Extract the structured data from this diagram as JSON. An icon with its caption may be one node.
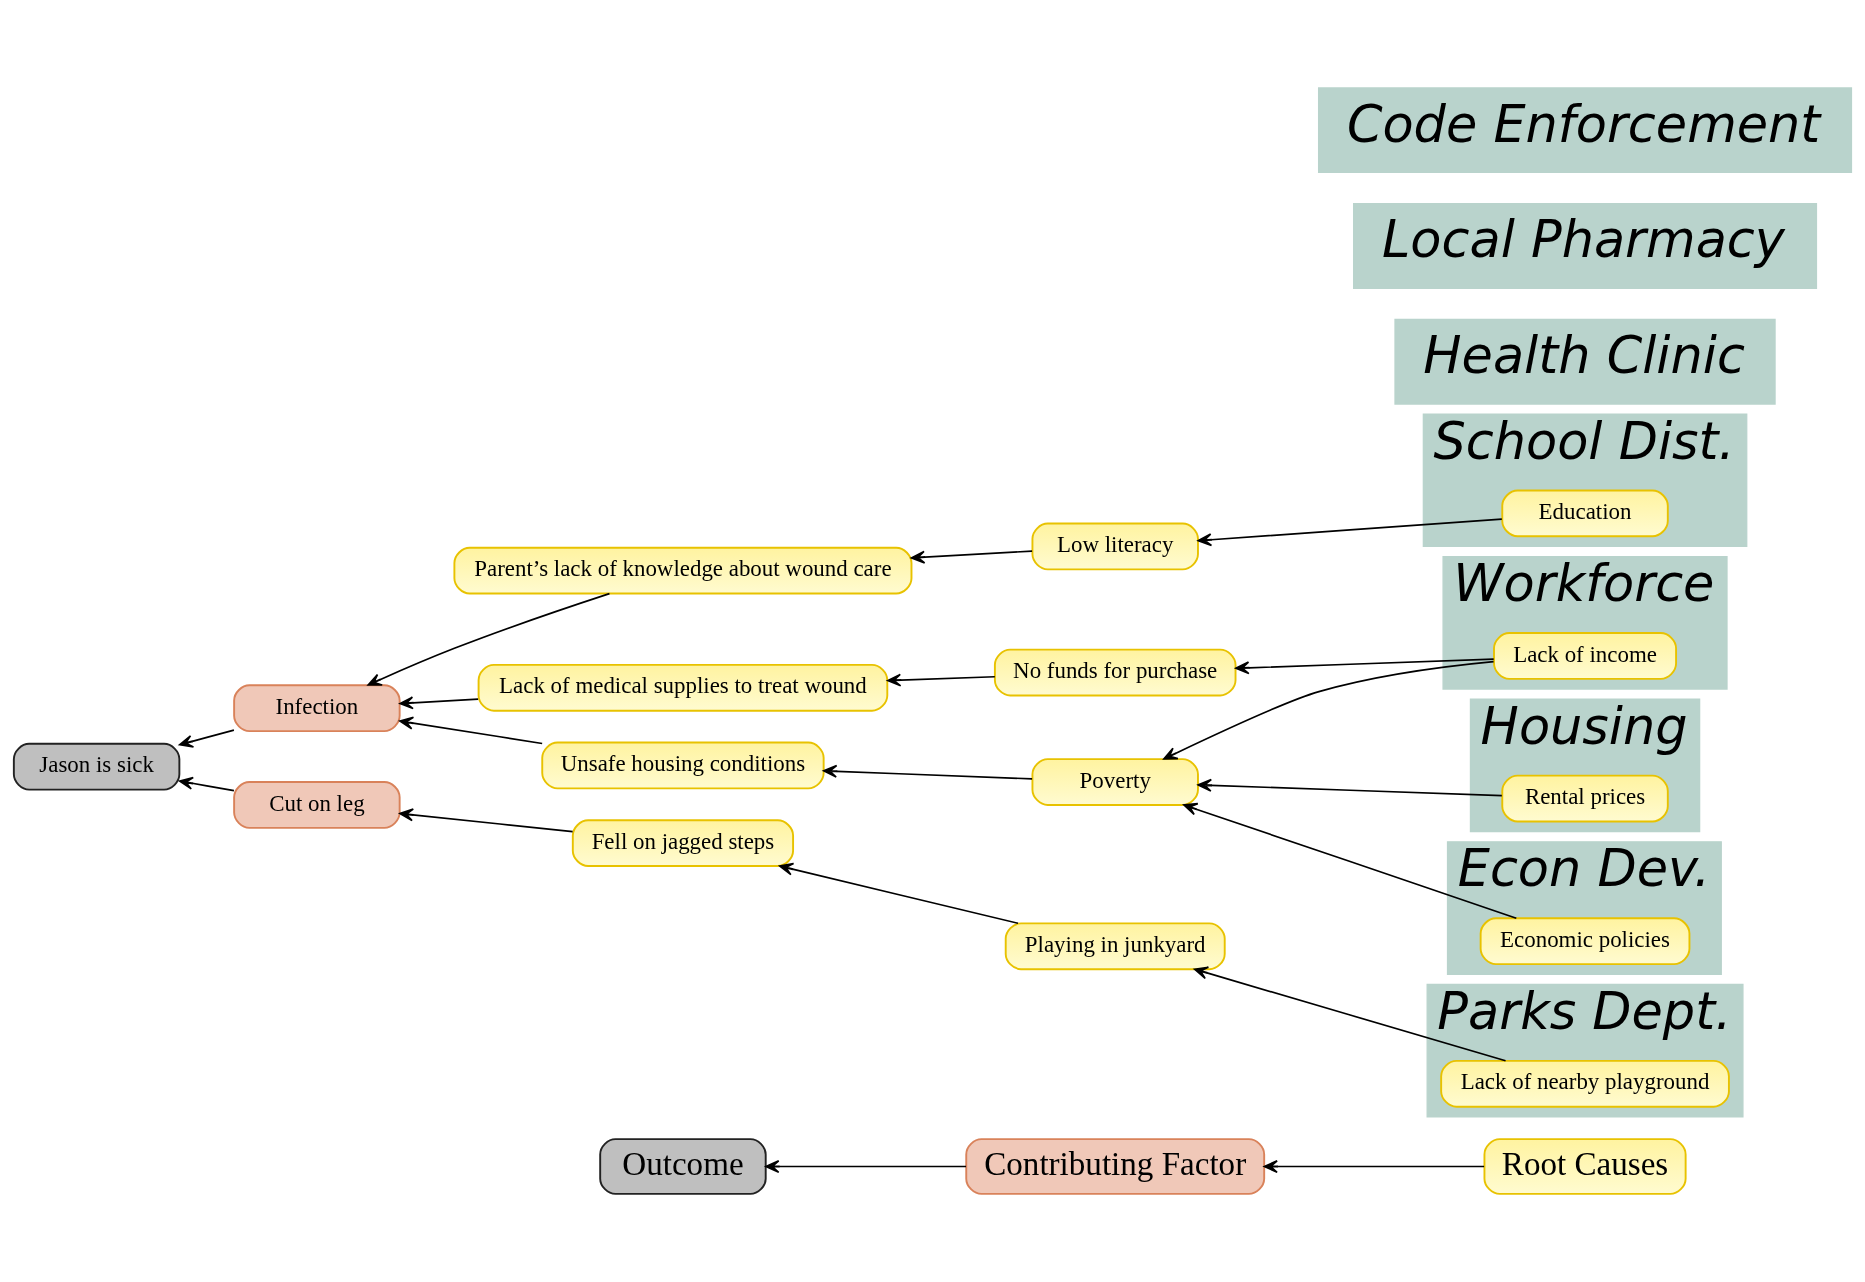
{
  "diagram": {
    "nodes": [
      {
        "text": [
          "Outcome"
        ]
      },
      {
        "text": [
          "Contributing Factor"
        ]
      },
      {
        "text": [
          "Root Causes"
        ]
      },
      {
        "text": [
          "Cut on leg"
        ]
      },
      {
        "text": [
          "Fell on jagged steps"
        ]
      },
      {
        "text": [
          "Parks Dept."
        ]
      },
      {
        "text": [
          "Playing in junkyard"
        ]
      },
      {
        "text": [
          "Lack of nearby playground"
        ],
        "in": 5
      },
      {
        "text": [
          "Health Clinic"
        ]
      },
      {
        "text": [
          "Parent’s lack of knowledge about wound care"
        ]
      },
      {
        "text": [
          "School Dist."
        ]
      },
      {
        "text": [
          "Low literacy"
        ]
      },
      {
        "text": [
          "Education"
        ],
        "in": 10
      },
      {
        "text": [
          "Jason is sick"
        ]
      },
      {
        "text": [
          "Local Pharmacy"
        ]
      },
      {
        "text": [
          "Lack of medical supplies to treat wound"
        ]
      },
      {
        "text": [
          "No funds for purchase"
        ]
      },
      {
        "text": [
          "Workforce"
        ]
      },
      {
        "text": [
          "Lack of income"
        ],
        "in": 17
      },
      {
        "text": [
          "Infection"
        ]
      },
      {
        "text": [
          "Housing"
        ]
      },
      {
        "text": [
          "Rental prices"
        ],
        "in": 20
      },
      {
        "text": [
          "Code Enforcement"
        ]
      },
      {
        "text": [
          "Unsafe housing conditions"
        ]
      },
      {
        "text": [
          "Poverty"
        ]
      },
      {
        "text": [
          "Econ Dev."
        ]
      },
      {
        "text": [
          "Economic policies"
        ],
        "in": 25
      }
    ],
    "edges": [
      {
        "from": 2,
        "to": 1,
        "arrow": "to"
      },
      {
        "from": 1,
        "to": 0,
        "arrow": "to"
      },
      {
        "from": 3,
        "to": 13,
        "arrow": "to"
      },
      {
        "from": 19,
        "to": 13,
        "arrow": "to"
      },
      {
        "from": 4,
        "to": 3,
        "arrow": "to"
      },
      {
        "from": 6,
        "to": 4,
        "arrow": "to"
      },
      {
        "from": 7,
        "to": 6,
        "arrow": "to"
      },
      {
        "from": 9,
        "to": 19,
        "arrow": "to"
      },
      {
        "from": 15,
        "to": 19,
        "arrow": "to"
      },
      {
        "from": 23,
        "to": 19,
        "arrow": "to"
      },
      {
        "from": 11,
        "to": 9,
        "arrow": "to"
      },
      {
        "from": 12,
        "to": 11,
        "arrow": "to"
      },
      {
        "from": 16,
        "to": 15,
        "arrow": "to"
      },
      {
        "from": 18,
        "to": 16,
        "arrow": "to"
      },
      {
        "from": 18,
        "to": 24,
        "arrow": "to"
      },
      {
        "from": 21,
        "to": 24,
        "arrow": "to"
      },
      {
        "from": 26,
        "to": 24,
        "arrow": "to"
      },
      {
        "from": 24,
        "to": 23,
        "arrow": "to"
      }
    ]
  }
}
